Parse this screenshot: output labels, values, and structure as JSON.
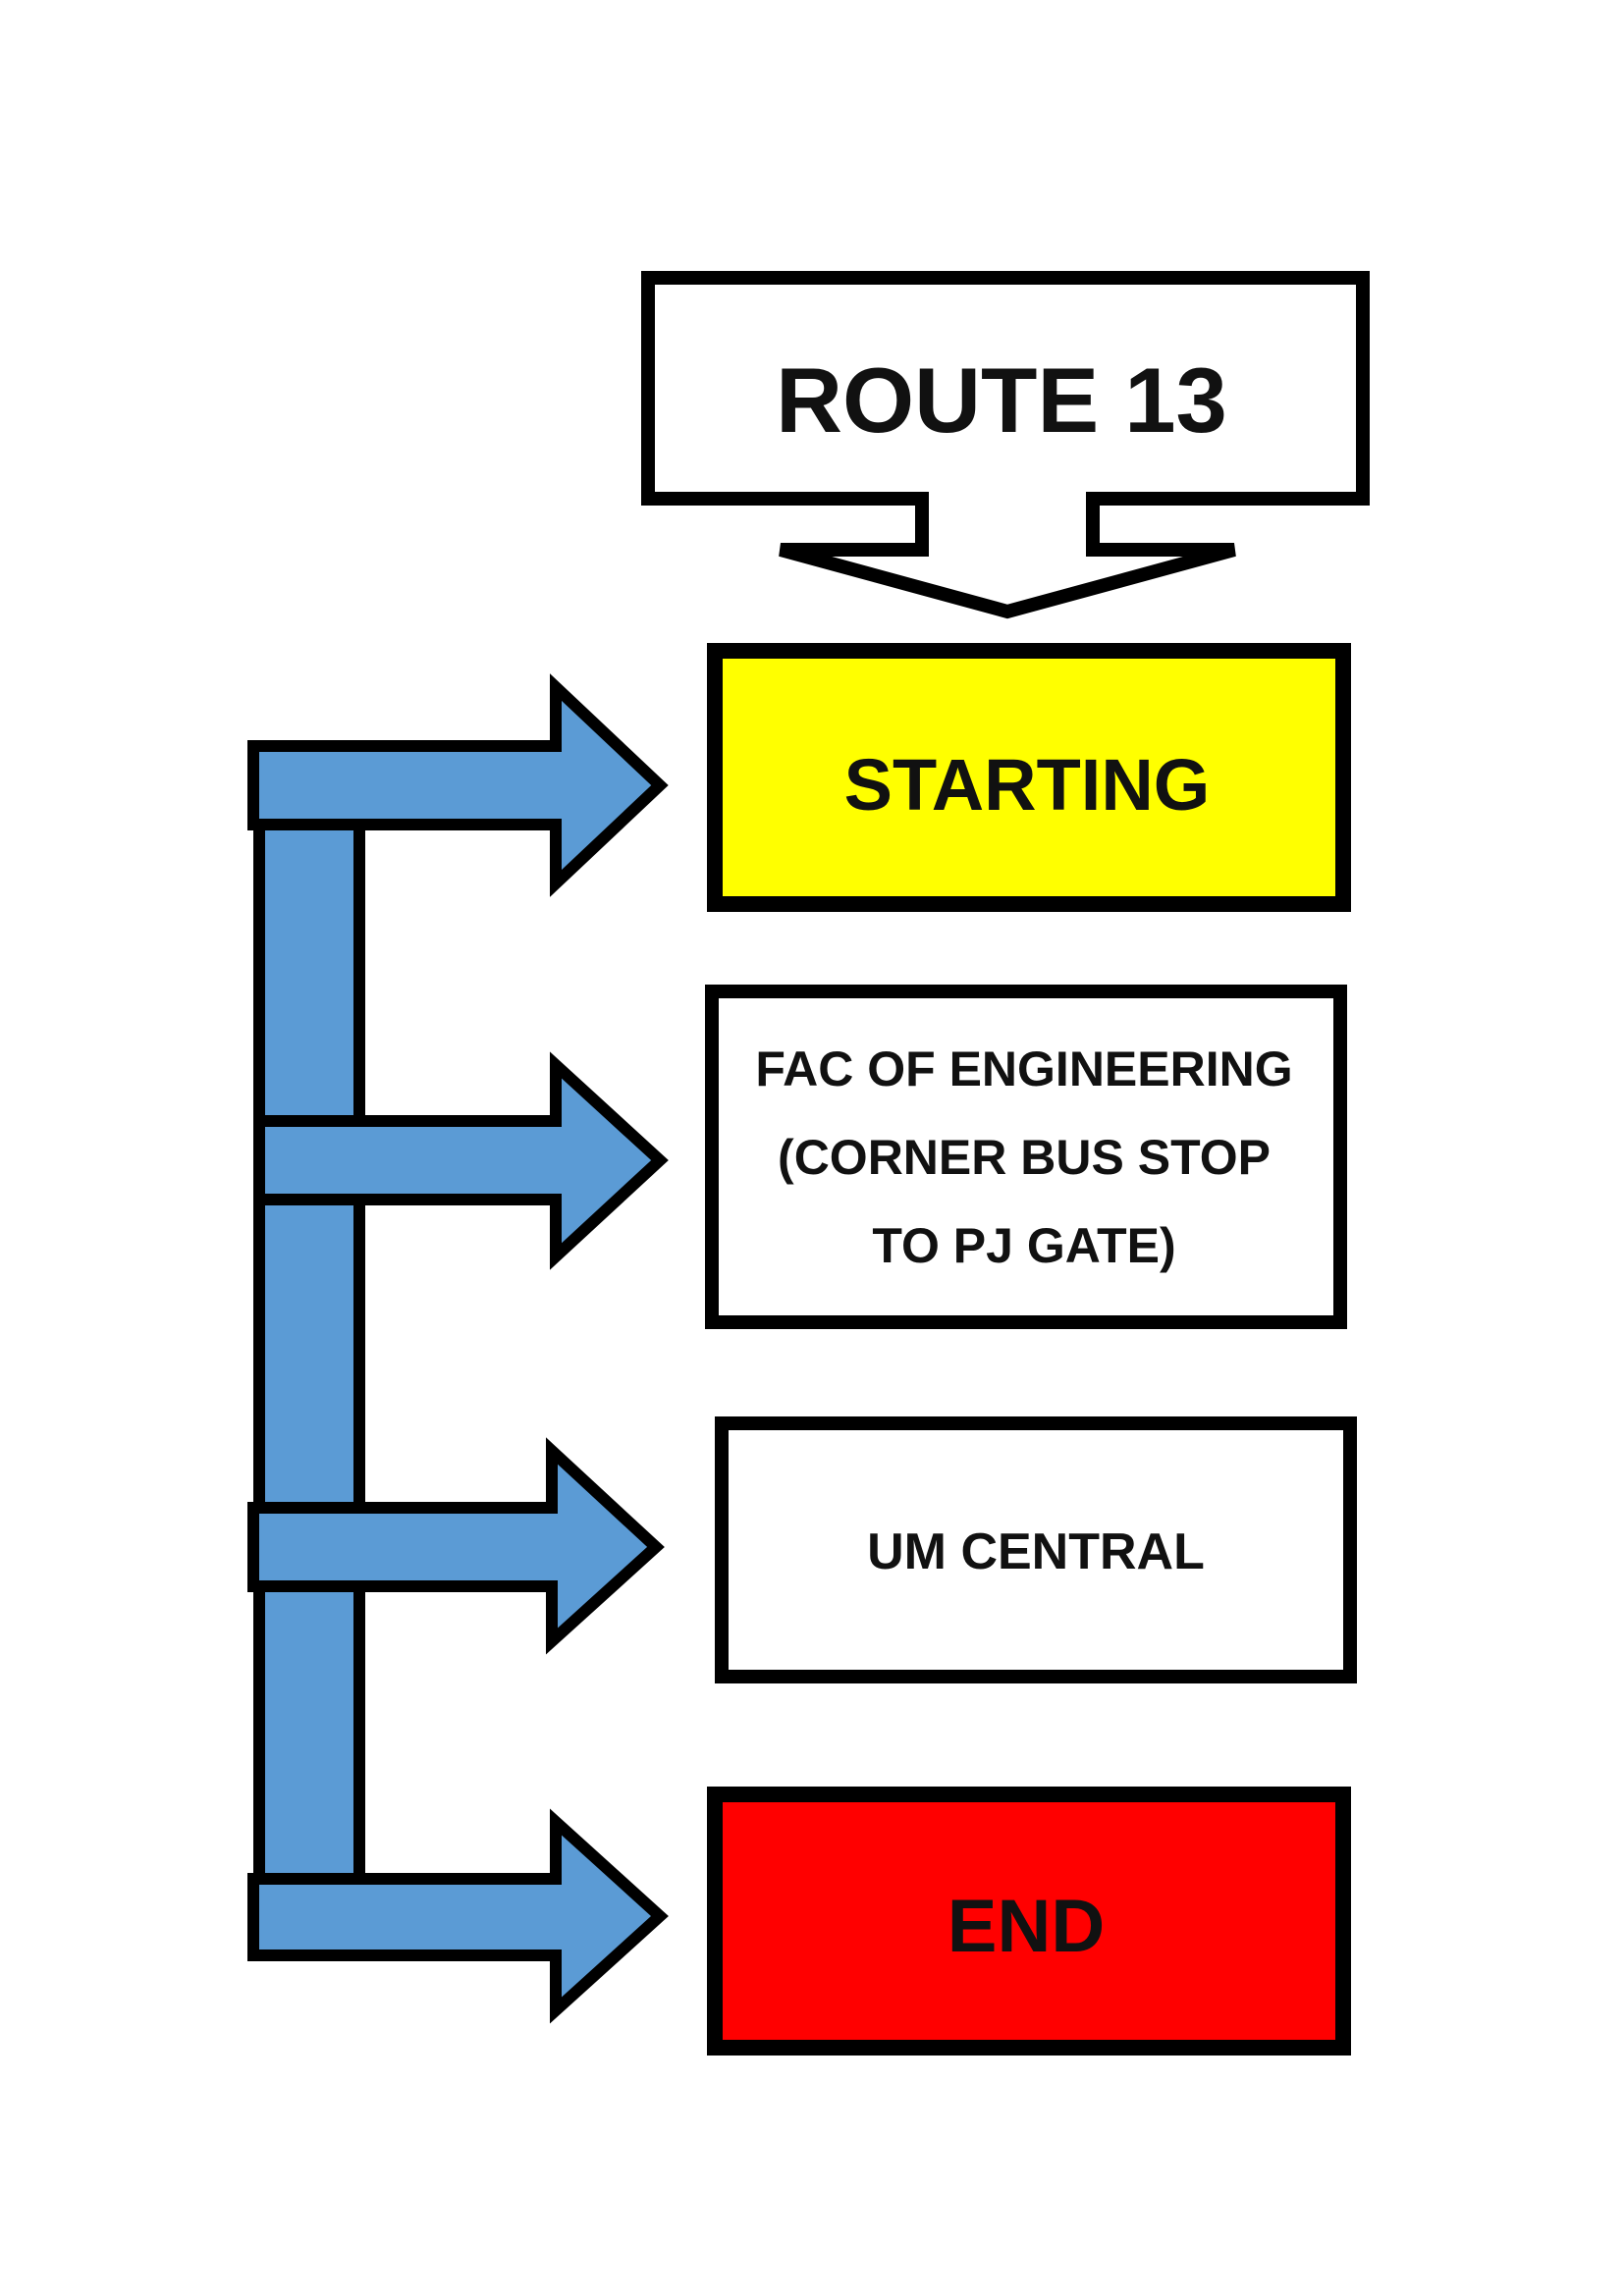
{
  "header": {
    "title": "ROUTE 13"
  },
  "stops": [
    {
      "role": "start",
      "lines": [
        "STARTING"
      ],
      "fill": "#FFFF00"
    },
    {
      "role": "stop",
      "lines": [
        "FAC OF ENGINEERING",
        "(CORNER BUS STOP",
        "TO PJ GATE)"
      ],
      "fill": "#FFFFFF"
    },
    {
      "role": "stop",
      "lines": [
        "UM CENTRAL"
      ],
      "fill": "#FFFFFF"
    },
    {
      "role": "end",
      "lines": [
        "END"
      ],
      "fill": "#FF0000"
    }
  ],
  "colors": {
    "arrow": "#5B9BD5",
    "outline": "#000000",
    "header_fill": "#FFFFFF"
  },
  "icons": {
    "header": "down-arrow-callout-icon",
    "connector": "right-arrow-icon"
  }
}
